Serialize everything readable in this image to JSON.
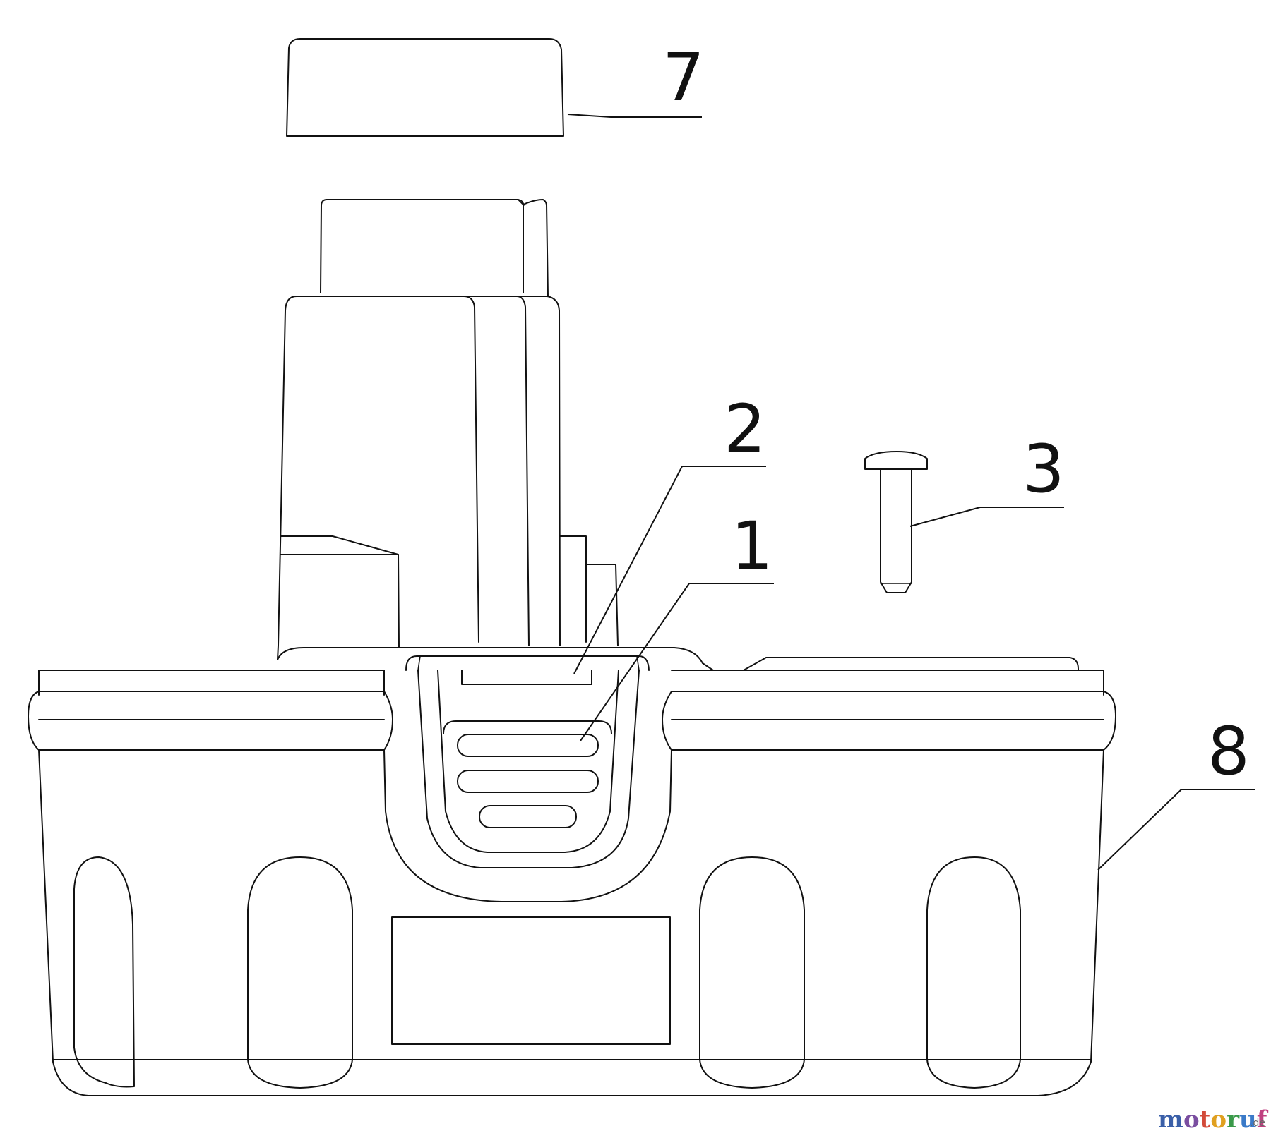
{
  "diagram": {
    "callouts": [
      {
        "id": "part-7",
        "label": "7"
      },
      {
        "id": "part-2",
        "label": "2"
      },
      {
        "id": "part-3",
        "label": "3"
      },
      {
        "id": "part-1",
        "label": "1"
      },
      {
        "id": "part-8",
        "label": "8"
      }
    ]
  },
  "watermark": {
    "text": "motoruf",
    "suffix": ".de",
    "colors": [
      "#3a5fa8",
      "#7a4ea0",
      "#d24b3a",
      "#e0a020",
      "#3a9a4a",
      "#3a7ac8",
      "#c04080"
    ]
  }
}
